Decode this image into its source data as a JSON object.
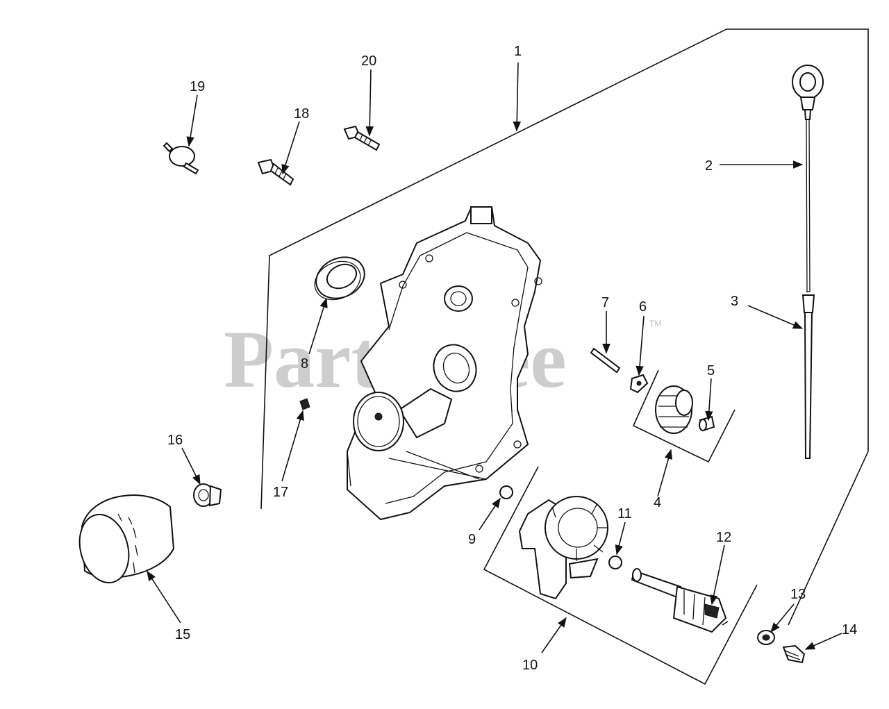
{
  "watermark": {
    "text": "PartsTree",
    "mark": "TM"
  },
  "callouts": [
    "1",
    "2",
    "3",
    "4",
    "5",
    "6",
    "7",
    "8",
    "9",
    "10",
    "11",
    "12",
    "13",
    "14",
    "15",
    "16",
    "17",
    "18",
    "19",
    "20"
  ],
  "colors": {
    "ink": "#111111",
    "watermark": "#bdbdbd",
    "background": "#ffffff"
  }
}
